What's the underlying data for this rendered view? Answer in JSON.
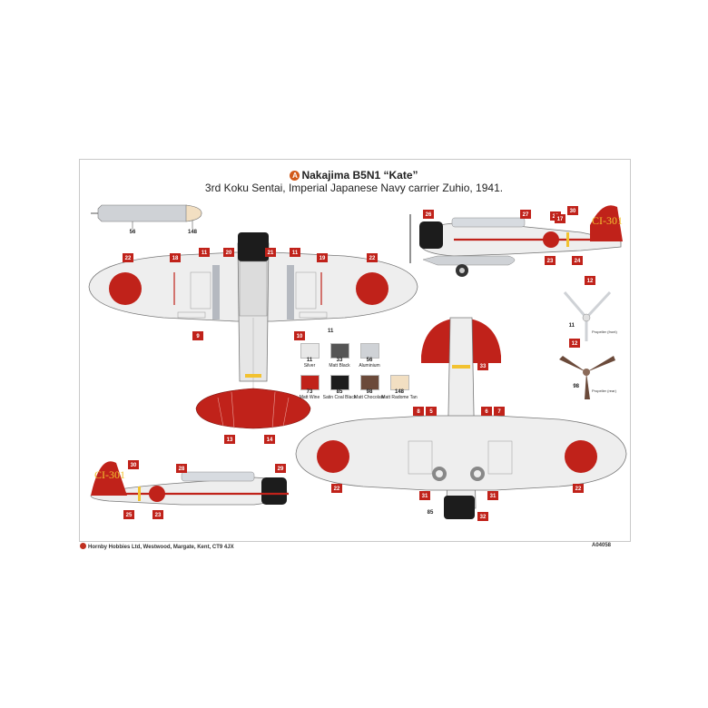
{
  "title": {
    "badge": "A",
    "text": "Nakajima B5N1 “Kate”"
  },
  "subtitle": "3rd Koku Sentai, Imperial Japanese Navy carrier Zuhio, 1941.",
  "footer": {
    "left": "Hornby Hobbies Ltd, Westwood, Margate, Kent, CT9 4JX",
    "right": "A04058"
  },
  "tail_code": "CI-301",
  "torpedo_codes": {
    "body": "56",
    "tip": "148"
  },
  "top_view_code": "11",
  "side_view_code": "73",
  "bottom_code": "85",
  "propeller_labels": {
    "front_code": "11",
    "rear_code": "98",
    "front": "Propeller (front)",
    "rear": "Propeller (rear)"
  },
  "colors": [
    {
      "code": "11",
      "name": "Silver",
      "hex": "#e8e8e8"
    },
    {
      "code": "33",
      "name": "Matt Black",
      "hex": "#555555"
    },
    {
      "code": "56",
      "name": "Aluminium",
      "hex": "#cfd2d6"
    },
    {
      "code": "73",
      "name": "Matt Wine",
      "hex": "#c0221a"
    },
    {
      "code": "85",
      "name": "Satin Coal Black",
      "hex": "#1c1c1c"
    },
    {
      "code": "98",
      "name": "Matt Chocolate",
      "hex": "#6b4a3a"
    },
    {
      "code": "148",
      "name": "Matt Radome Tan",
      "hex": "#f2dfc2"
    }
  ],
  "callouts": {
    "top": [
      "22",
      "18",
      "11",
      "20",
      "21",
      "11",
      "19",
      "22",
      "9",
      "10",
      "13",
      "14"
    ],
    "side_right": [
      "26",
      "27",
      "28",
      "30",
      "17",
      "23",
      "24"
    ],
    "propeller": [
      "12",
      "12"
    ],
    "side_left": [
      "30",
      "28",
      "29",
      "25",
      "23"
    ],
    "bottom": [
      "8",
      "5",
      "6",
      "7",
      "33",
      "22",
      "22",
      "31",
      "31",
      "32"
    ]
  }
}
